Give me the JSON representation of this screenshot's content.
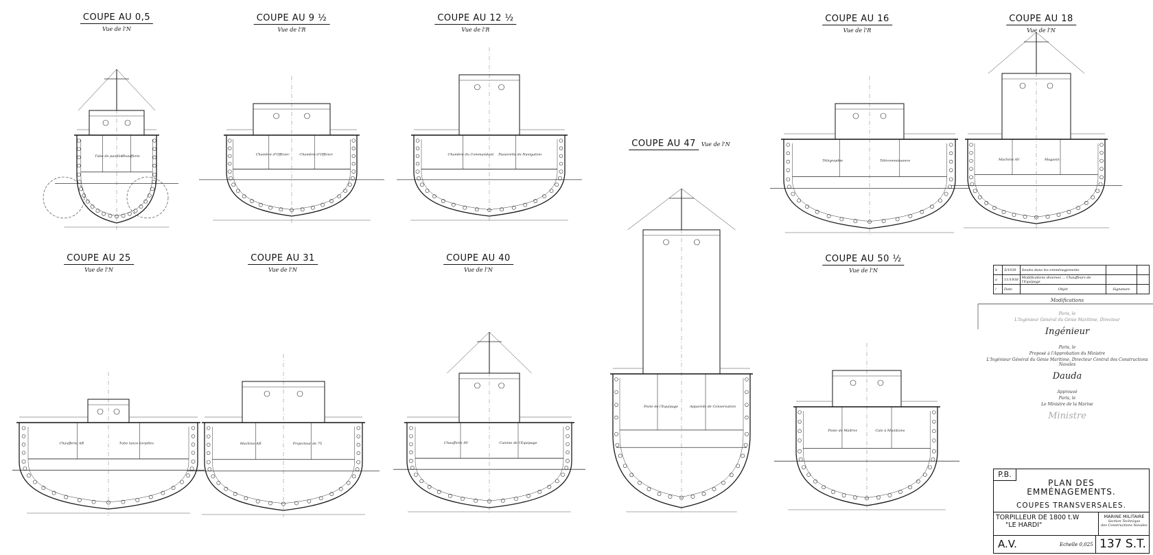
{
  "sections": [
    {
      "id": "s05",
      "title": "COUPE AU 0,5",
      "subtitle": "Vue de l'N",
      "label_1": "Tube de pavillon",
      "label_2": "Chaufferie"
    },
    {
      "id": "s09",
      "title": "COUPE AU 9 ½",
      "subtitle": "Vue de l'R",
      "label_1": "Chambre d'Officier",
      "label_2": "Chambre d'Officier"
    },
    {
      "id": "s12",
      "title": "COUPE AU 12 ½",
      "subtitle": "Vue de l'R",
      "label_1": "Chambre du Commandant",
      "label_2": "Passerelle de Navigation"
    },
    {
      "id": "s16",
      "title": "COUPE AU 16",
      "subtitle": "Vue de l'R",
      "label_1": "Télégraphie",
      "label_2": "Téléconnaissance"
    },
    {
      "id": "s18",
      "title": "COUPE AU 18",
      "subtitle": "Vue de l'N",
      "label_1": "Machine AV",
      "label_2": "Magasin"
    },
    {
      "id": "s47",
      "title": "COUPE AU 47",
      "subtitle": "Vue de l'N",
      "label_1": "Poste de l'Equipage",
      "label_2": "Appareils de Conservation"
    },
    {
      "id": "s25",
      "title": "COUPE AU 25",
      "subtitle": "Vue de l'N",
      "label_1": "Chaufferie AR",
      "label_2": "Tube lance-torpilles"
    },
    {
      "id": "s31",
      "title": "COUPE AU 31",
      "subtitle": "Vue de l'N",
      "label_1": "Machine AR",
      "label_2": "Projecteur de 75"
    },
    {
      "id": "s40",
      "title": "COUPE AU 40",
      "subtitle": "Vue de l'N",
      "label_1": "Chaufferie AV",
      "label_2": "Cuisine de l'Equipage"
    },
    {
      "id": "s50",
      "title": "COUPE AU 50 ½",
      "subtitle": "Vue de l'N",
      "label_1": "Poste de Maîtres",
      "label_2": "Cale à Munitions"
    }
  ],
  "revisions": [
    {
      "mark": "b",
      "date": "5/1939",
      "text": "Seules dans les emménagements",
      "col3": "",
      "": ""
    },
    {
      "mark": "a",
      "date": "11/1938",
      "text": "Modifications diverses ... Chauffeurs de l'Equipage",
      "col3": ""
    },
    {
      "mark": "/",
      "date": "Date",
      "text": "Objet",
      "col3": "Signature"
    }
  ],
  "revisions_footer": "Modifications",
  "approvals": {
    "line_1": "Paris, le",
    "line_2": "L'Ingénieur Général du Génie Maritime, Directeur",
    "sig_1": "Ingénieur",
    "line_3": "Paris, le",
    "line_4": "Proposé à l'Approbation du Ministre",
    "line_5": "L'Ingénieur Général du Génie Maritime, Directeur Central des Constructions Navales",
    "sig_2": "Dauda",
    "line_6": "Approuvé",
    "line_7": "Paris, le",
    "line_8": "Le Ministre de la Marine",
    "sig_3": "Ministre"
  },
  "title_block": {
    "pb": "P.B.",
    "title_line_1": "PLAN DES",
    "title_line_2": "EMMÉNAGEMENTS.",
    "title_line_3": "COUPES TRANSVERSALES.",
    "vessel_line_1": "TORPILLEUR DE 1800 t.W",
    "vessel_line_2": "\"LE HARDI\"",
    "authority_1": "MARINE MILITAIRE",
    "authority_2": "Section Technique",
    "authority_3": "des Constructions Navales",
    "av": "A.V.",
    "scale": "Echelle 0,025",
    "drawing_number": "137 S.T."
  }
}
